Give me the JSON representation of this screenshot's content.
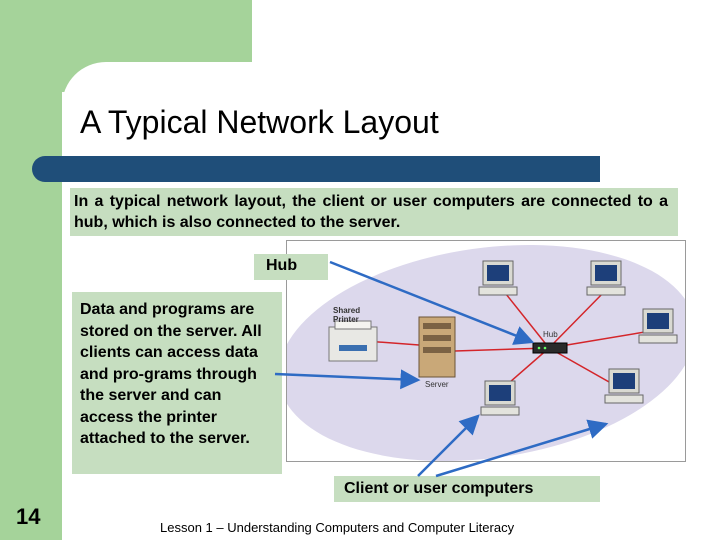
{
  "slide": {
    "title": "A Typical Network Layout",
    "intro": "In a typical network layout, the client or user computers are connected to a hub, which is also connected to the server.",
    "number": "14",
    "footer": "Lesson 1 – Understanding Computers and Computer Literacy"
  },
  "callouts": {
    "hub": "Hub",
    "data_programs": "Data and programs are stored on the server. All clients can access data and pro-grams through the server and can access the printer attached to the server.",
    "clients": "Client or user computers"
  },
  "diagram": {
    "shared_printer_label": [
      "Shared",
      "Printer"
    ],
    "hub_label": "Hub",
    "server_label": "Server"
  },
  "colors": {
    "green_accent": "#a5d39a",
    "callout_fill": "#c6dec0",
    "title_bar": "#1f4e79",
    "arrow": "#2e6bc4",
    "network_cable": "#d4252a",
    "backdrop": "#dcd8ec"
  }
}
